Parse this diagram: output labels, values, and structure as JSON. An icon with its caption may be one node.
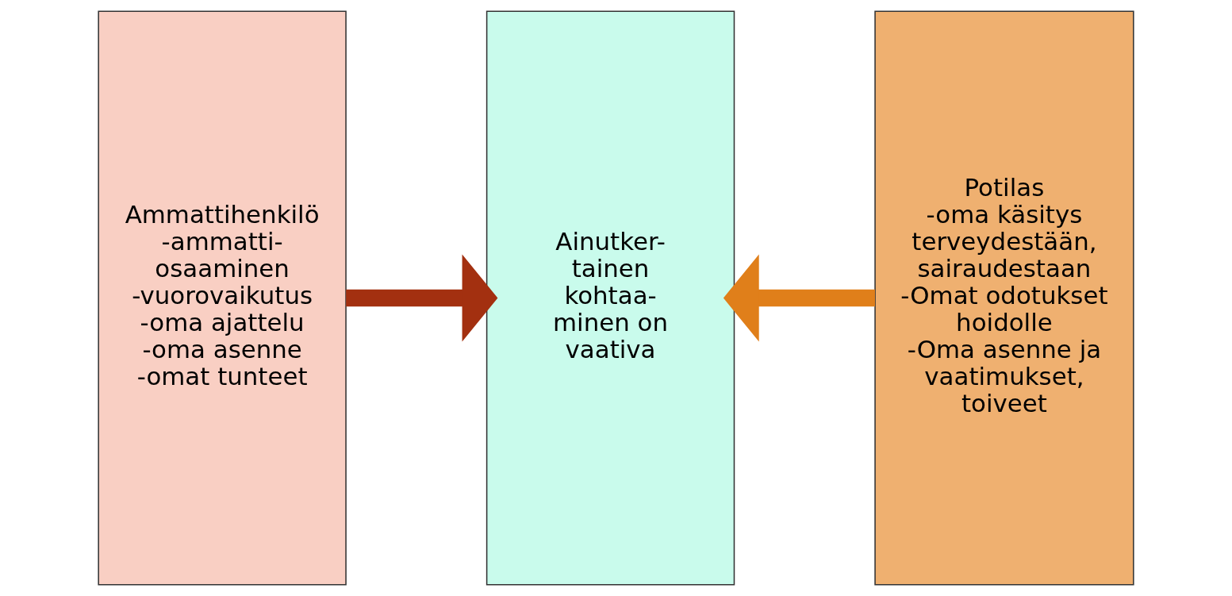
{
  "diagram": {
    "nodes": [
      {
        "text": [
          "Ammattihenkilö",
          "-ammatti- osaaminen",
          "-vuorovaikutus",
          "-oma ajattelu",
          "-oma asenne",
          "-omat tunteet"
        ]
      },
      {
        "text": [
          "Ainutker- tainen kohtaa- minen on vaativa"
        ]
      },
      {
        "text": [
          "Potilas",
          "-oma käsitys terveydestään, sairaudestaan",
          "-Omat odotukset hoidolle",
          "-Oma asenne ja vaatimukset, toiveet"
        ]
      }
    ],
    "edges": [
      {
        "from": 0,
        "to": 1,
        "arrow": "to",
        "color": "#a33010"
      },
      {
        "from": 2,
        "to": 1,
        "arrow": "to",
        "color": "#e07f1a"
      }
    ]
  }
}
